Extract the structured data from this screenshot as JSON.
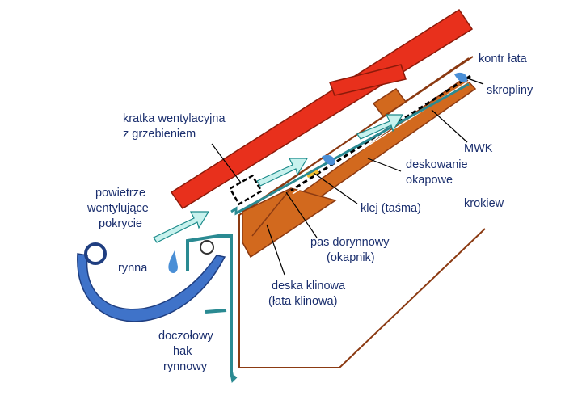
{
  "labels": {
    "kontr_lata": "kontr łata",
    "skropliny": "skropliny",
    "kratka_line1": "kratka wentylacyjna",
    "kratka_line2": "z grzebieniem",
    "mwk": "MWK",
    "deskowanie_line1": "deskowanie",
    "deskowanie_line2": "okapowe",
    "powietrze_line1": "powietrze",
    "powietrze_line2": "wentylujące",
    "powietrze_line3": "pokrycie",
    "klej": "klej (taśma)",
    "krokiew": "krokiew",
    "pas_line1": "pas dorynnowy",
    "pas_line2": "(okapnik)",
    "rynna": "rynna",
    "deska_line1": "deska klinowa",
    "deska_line2": "(łata klinowa)",
    "hak_line1": "doczołowy",
    "hak_line2": "hak",
    "hak_line3": "rynnowy"
  },
  "colors": {
    "roof_tile": "#e8301c",
    "wood": "#d2691e",
    "wood_line": "#8b3a12",
    "gutter": "#3f73c9",
    "flashing": "#2a8a92",
    "air_arrow": "#c8f2ee",
    "drop": "#4a8fd6",
    "label_text": "#1b2f6e"
  }
}
